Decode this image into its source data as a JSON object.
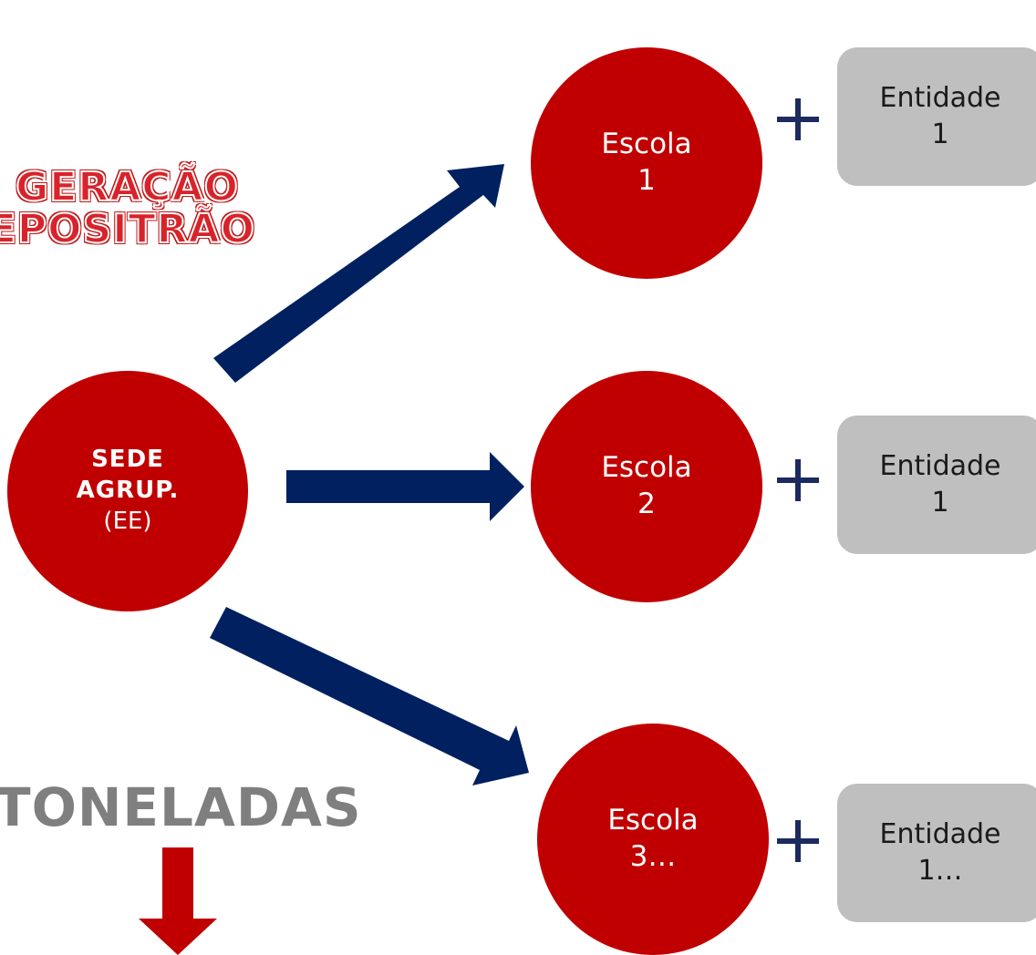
{
  "logo": {
    "line1": "GERAÇÃO",
    "line2": "DEPOSITRÃO"
  },
  "sede": {
    "title_line1": "SEDE",
    "title_line2": "AGRUP.",
    "subtitle": "(EE)"
  },
  "schools": [
    {
      "line1": "Escola",
      "line2": "1"
    },
    {
      "line1": "Escola",
      "line2": "2"
    },
    {
      "line1": "Escola",
      "line2": "3…"
    }
  ],
  "entities": [
    {
      "line1": "Entidade",
      "line2": "1"
    },
    {
      "line1": "Entidade",
      "line2": "1"
    },
    {
      "line1": "Entidade",
      "line2": "1…"
    }
  ],
  "toneladas": "TONELADAS",
  "colors": {
    "circle": "#c00000",
    "arrow": "#002060",
    "entity_box": "#bfbfbf",
    "plus": "#1c2a5e",
    "toneladas": "#7f7f7f",
    "down_arrow": "#c00000"
  }
}
